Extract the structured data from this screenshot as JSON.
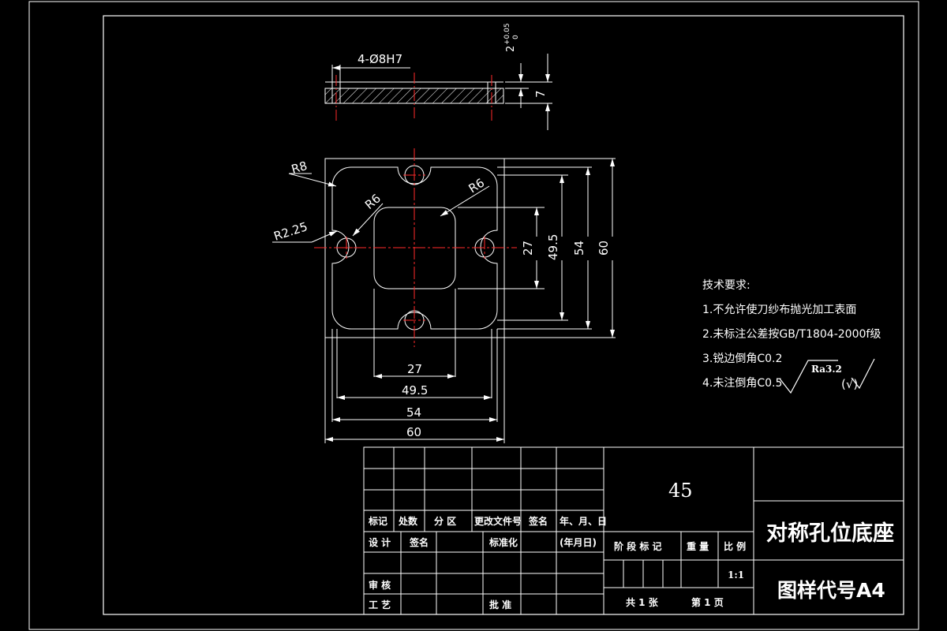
{
  "top_view": {
    "hole_callout": "4-Ø8H7",
    "slot_tol": "2",
    "slot_tol_dev": "+0.05",
    "slot_tol_dev_lo": "0",
    "thickness": "7"
  },
  "front_view": {
    "r8": "R8",
    "r6_left": "R6",
    "r6_right": "R6",
    "r225": "R2.25",
    "dim_v_27": "27",
    "dim_v_495": "49.5",
    "dim_v_54": "54",
    "dim_v_60": "60",
    "dim_h_27": "27",
    "dim_h_495": "49.5",
    "dim_h_54": "54",
    "dim_h_60": "60"
  },
  "tech_notes": {
    "heading": "技术要求:",
    "items": [
      "1.不允许使刀纱布抛光加工表面",
      "2.未标注公差按GB/T1804-2000f级",
      "3.锐边倒角C0.2",
      "4.未注倒角C0.5"
    ],
    "roughness": "Ra3.2",
    "roughness_paren": "(√)"
  },
  "title_block": {
    "material": "45",
    "part_name": "对称孔位底座",
    "drawing_no": "图样代号A4",
    "scale": "1:1",
    "sheet_total": "共 1 张",
    "sheet_no": "第 1 页",
    "rev_headers": [
      "标记",
      "处数",
      "分 区",
      "更改文件号",
      "签名",
      "年、月、日"
    ],
    "stage_mark": "阶 段 标 记",
    "weight": "重 量",
    "scale_label": "比 例",
    "design": "设 计",
    "sign": "签名",
    "standardize": "标准化",
    "date": "(年月日)",
    "review": "审 核",
    "process": "工 艺",
    "approve": "批 准"
  }
}
